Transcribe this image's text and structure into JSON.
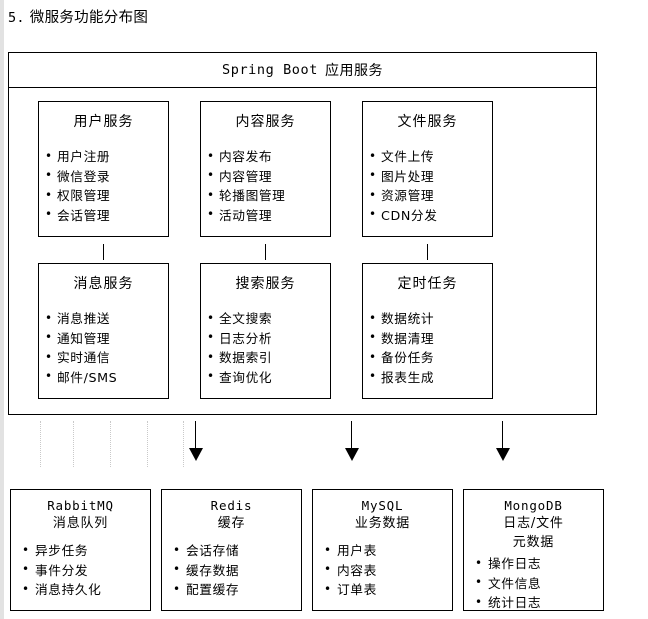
{
  "page": {
    "title_number": "5.",
    "title_text": "微服务功能分布图"
  },
  "app_container": {
    "header_mono": "Spring Boot",
    "header_cn": "应用服务"
  },
  "services": {
    "row1": [
      {
        "title": "用户服务",
        "items": [
          "用户注册",
          "微信登录",
          "权限管理",
          "会话管理"
        ]
      },
      {
        "title": "内容服务",
        "items": [
          "内容发布",
          "内容管理",
          "轮播图管理",
          "活动管理"
        ]
      },
      {
        "title": "文件服务",
        "items": [
          "文件上传",
          "图片处理",
          "资源管理",
          "CDN分发"
        ]
      }
    ],
    "row2": [
      {
        "title": "消息服务",
        "items": [
          "消息推送",
          "通知管理",
          "实时通信",
          "邮件/SMS"
        ]
      },
      {
        "title": "搜索服务",
        "items": [
          "全文搜索",
          "日志分析",
          "数据索引",
          "查询优化"
        ]
      },
      {
        "title": "定时任务",
        "items": [
          "数据统计",
          "数据清理",
          "备份任务",
          "报表生成"
        ]
      }
    ]
  },
  "data_stores": [
    {
      "name": "RabbitMQ",
      "subtitle": "消息队列",
      "items": [
        "异步任务",
        "事件分发",
        "消息持久化"
      ]
    },
    {
      "name": "Redis",
      "subtitle": "缓存",
      "items": [
        "会话存储",
        "缓存数据",
        "配置缓存"
      ]
    },
    {
      "name": "MySQL",
      "subtitle": "业务数据",
      "items": [
        "用户表",
        "内容表",
        "订单表"
      ]
    },
    {
      "name": "MongoDB",
      "subtitle": "日志/文件\n元数据",
      "items": [
        "操作日志",
        "文件信息",
        "统计日志"
      ]
    }
  ],
  "colors": {
    "line": "#000000",
    "background": "#ffffff",
    "margin_strip": "#e2e2e2",
    "dotted_guide": "#c9c9c9"
  }
}
